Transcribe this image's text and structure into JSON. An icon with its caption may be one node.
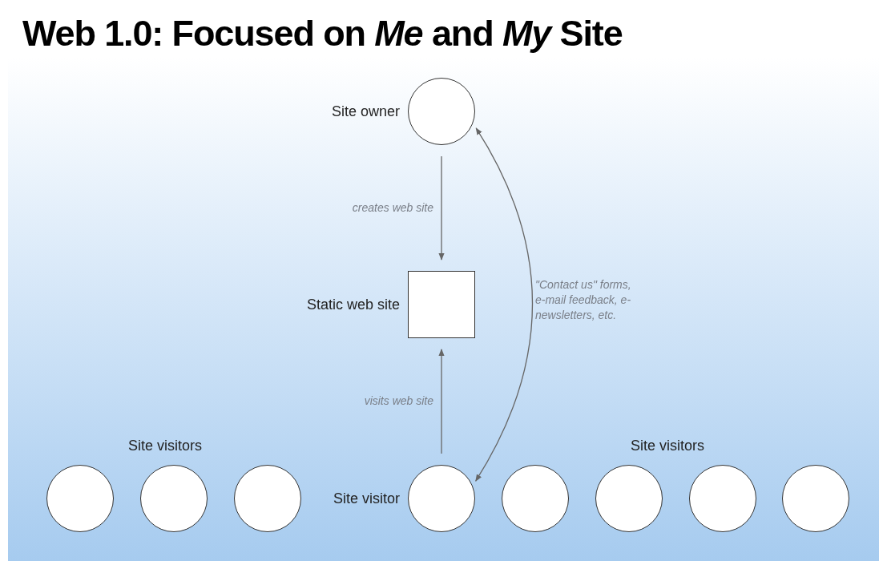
{
  "diagram": {
    "title": "Web 1.0: Focused on *Me* and *My* Site",
    "nodes": [
      {
        "text": [
          "Site owner"
        ]
      },
      {
        "text": [
          "Static web site"
        ]
      },
      {
        "text": [],
        "shape": "circle"
      },
      {
        "text": [],
        "shape": "circle"
      },
      {
        "text": [],
        "shape": "circle"
      },
      {
        "text": [
          "Site visitor"
        ]
      },
      {
        "text": [],
        "shape": "circle"
      },
      {
        "text": [],
        "shape": "circle"
      },
      {
        "text": [],
        "shape": "circle"
      },
      {
        "text": [],
        "shape": "circle"
      }
    ],
    "edges": [
      {
        "from": 0,
        "to": 1,
        "arrow": "to",
        "label": "creates web site"
      },
      {
        "from": 5,
        "to": 1,
        "arrow": "to",
        "label": "visits web site"
      },
      {
        "from": 5,
        "to": 0,
        "arrow": "both",
        "label": "\"Contact us\" forms, e-mail feedback, e-newsletters, etc."
      }
    ],
    "labels": [
      "Site visitors",
      "Site visitors"
    ]
  }
}
